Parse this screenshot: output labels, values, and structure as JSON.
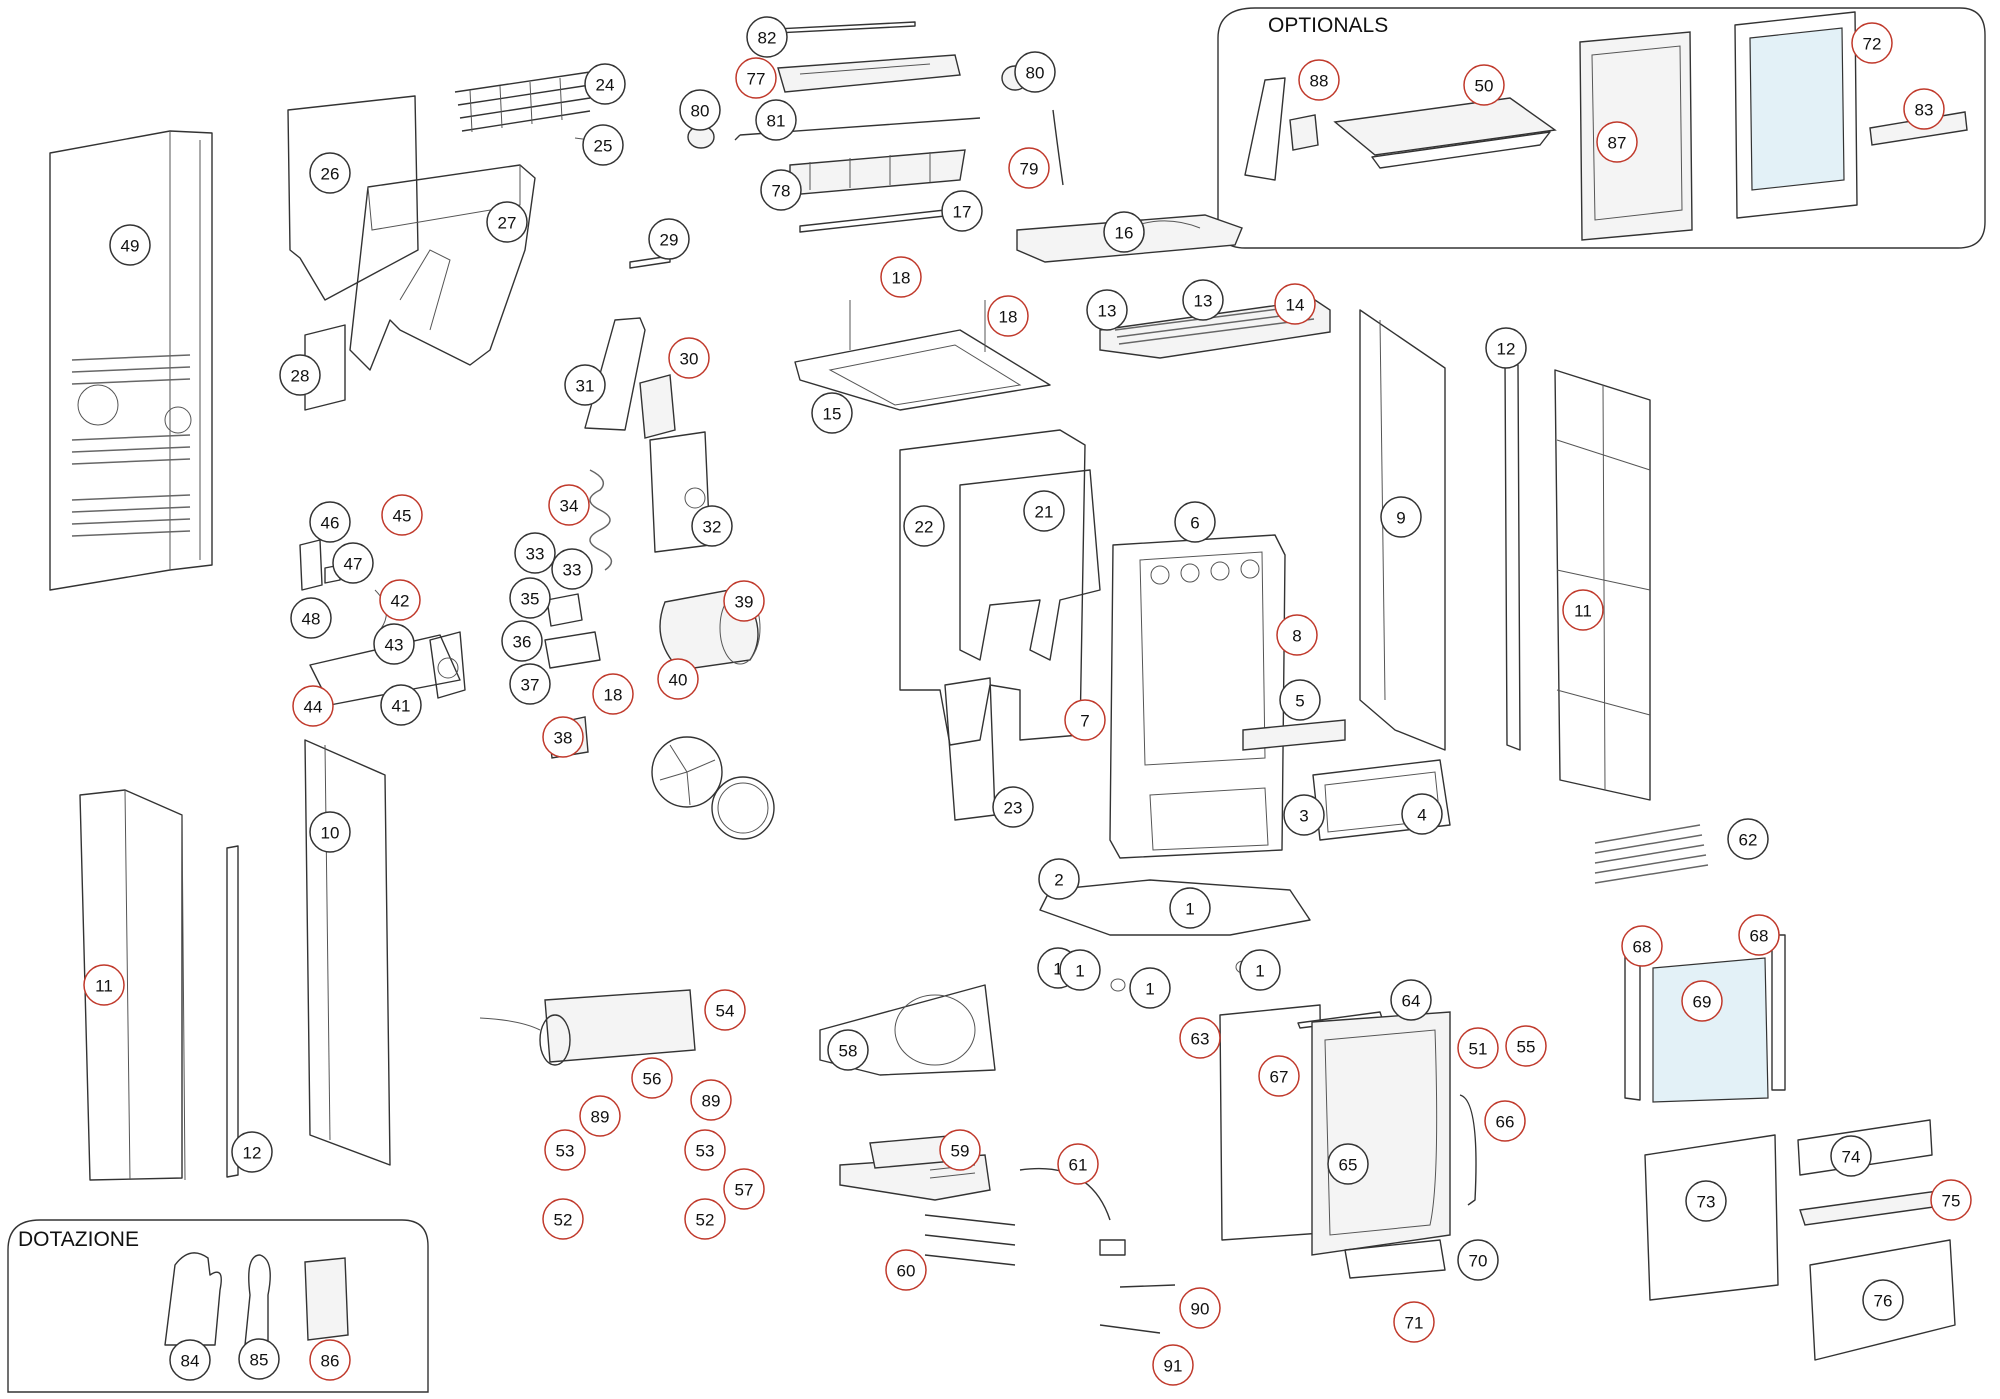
{
  "colors": {
    "ring_red": "#c0392b",
    "ring_dark": "#333333",
    "line": "#333333",
    "glass": "#e3f1f7"
  },
  "groups": {
    "optionals_title": "OPTIONALS",
    "dotazione_title": "DOTAZIONE"
  },
  "callouts": [
    {
      "n": "1",
      "red": false
    },
    {
      "n": "1",
      "red": false
    },
    {
      "n": "1",
      "red": false
    },
    {
      "n": "1",
      "red": false
    },
    {
      "n": "1",
      "red": false
    },
    {
      "n": "2",
      "red": false
    },
    {
      "n": "3",
      "red": false
    },
    {
      "n": "4",
      "red": false
    },
    {
      "n": "5",
      "red": false
    },
    {
      "n": "6",
      "red": false
    },
    {
      "n": "7",
      "red": true
    },
    {
      "n": "8",
      "red": true
    },
    {
      "n": "9",
      "red": false
    },
    {
      "n": "10",
      "red": false
    },
    {
      "n": "11",
      "red": true
    },
    {
      "n": "11",
      "red": true
    },
    {
      "n": "12",
      "red": false
    },
    {
      "n": "12",
      "red": false
    },
    {
      "n": "13",
      "red": false
    },
    {
      "n": "13",
      "red": false
    },
    {
      "n": "14",
      "red": true
    },
    {
      "n": "15",
      "red": false
    },
    {
      "n": "16",
      "red": false
    },
    {
      "n": "17",
      "red": false
    },
    {
      "n": "18",
      "red": true
    },
    {
      "n": "18",
      "red": true
    },
    {
      "n": "18",
      "red": true
    },
    {
      "n": "21",
      "red": false
    },
    {
      "n": "22",
      "red": false
    },
    {
      "n": "23",
      "red": false
    },
    {
      "n": "24",
      "red": false
    },
    {
      "n": "25",
      "red": false
    },
    {
      "n": "26",
      "red": false
    },
    {
      "n": "27",
      "red": false
    },
    {
      "n": "28",
      "red": false
    },
    {
      "n": "29",
      "red": false
    },
    {
      "n": "30",
      "red": true
    },
    {
      "n": "31",
      "red": false
    },
    {
      "n": "32",
      "red": false
    },
    {
      "n": "33",
      "red": false
    },
    {
      "n": "33",
      "red": false
    },
    {
      "n": "34",
      "red": true
    },
    {
      "n": "35",
      "red": false
    },
    {
      "n": "36",
      "red": false
    },
    {
      "n": "37",
      "red": false
    },
    {
      "n": "38",
      "red": true
    },
    {
      "n": "39",
      "red": true
    },
    {
      "n": "40",
      "red": true
    },
    {
      "n": "41",
      "red": false
    },
    {
      "n": "42",
      "red": true
    },
    {
      "n": "43",
      "red": false
    },
    {
      "n": "44",
      "red": true
    },
    {
      "n": "45",
      "red": true
    },
    {
      "n": "46",
      "red": false
    },
    {
      "n": "47",
      "red": false
    },
    {
      "n": "48",
      "red": false
    },
    {
      "n": "49",
      "red": false
    },
    {
      "n": "50",
      "red": true
    },
    {
      "n": "51",
      "red": true
    },
    {
      "n": "52",
      "red": true
    },
    {
      "n": "52",
      "red": true
    },
    {
      "n": "53",
      "red": true
    },
    {
      "n": "53",
      "red": true
    },
    {
      "n": "54",
      "red": true
    },
    {
      "n": "55",
      "red": true
    },
    {
      "n": "56",
      "red": true
    },
    {
      "n": "57",
      "red": true
    },
    {
      "n": "58",
      "red": false
    },
    {
      "n": "59",
      "red": true
    },
    {
      "n": "60",
      "red": true
    },
    {
      "n": "61",
      "red": true
    },
    {
      "n": "62",
      "red": false
    },
    {
      "n": "63",
      "red": true
    },
    {
      "n": "64",
      "red": false
    },
    {
      "n": "65",
      "red": false
    },
    {
      "n": "66",
      "red": true
    },
    {
      "n": "67",
      "red": true
    },
    {
      "n": "68",
      "red": true
    },
    {
      "n": "68",
      "red": true
    },
    {
      "n": "69",
      "red": true
    },
    {
      "n": "70",
      "red": false
    },
    {
      "n": "71",
      "red": true
    },
    {
      "n": "72",
      "red": true
    },
    {
      "n": "73",
      "red": false
    },
    {
      "n": "74",
      "red": false
    },
    {
      "n": "75",
      "red": true
    },
    {
      "n": "76",
      "red": false
    },
    {
      "n": "77",
      "red": true
    },
    {
      "n": "78",
      "red": false
    },
    {
      "n": "79",
      "red": true
    },
    {
      "n": "80",
      "red": false
    },
    {
      "n": "80",
      "red": false
    },
    {
      "n": "81",
      "red": false
    },
    {
      "n": "82",
      "red": false
    },
    {
      "n": "83",
      "red": true
    },
    {
      "n": "84",
      "red": false
    },
    {
      "n": "85",
      "red": false
    },
    {
      "n": "86",
      "red": true
    },
    {
      "n": "87",
      "red": true
    },
    {
      "n": "88",
      "red": true
    },
    {
      "n": "89",
      "red": true
    },
    {
      "n": "89",
      "red": true
    },
    {
      "n": "90",
      "red": true
    },
    {
      "n": "91",
      "red": true
    }
  ]
}
